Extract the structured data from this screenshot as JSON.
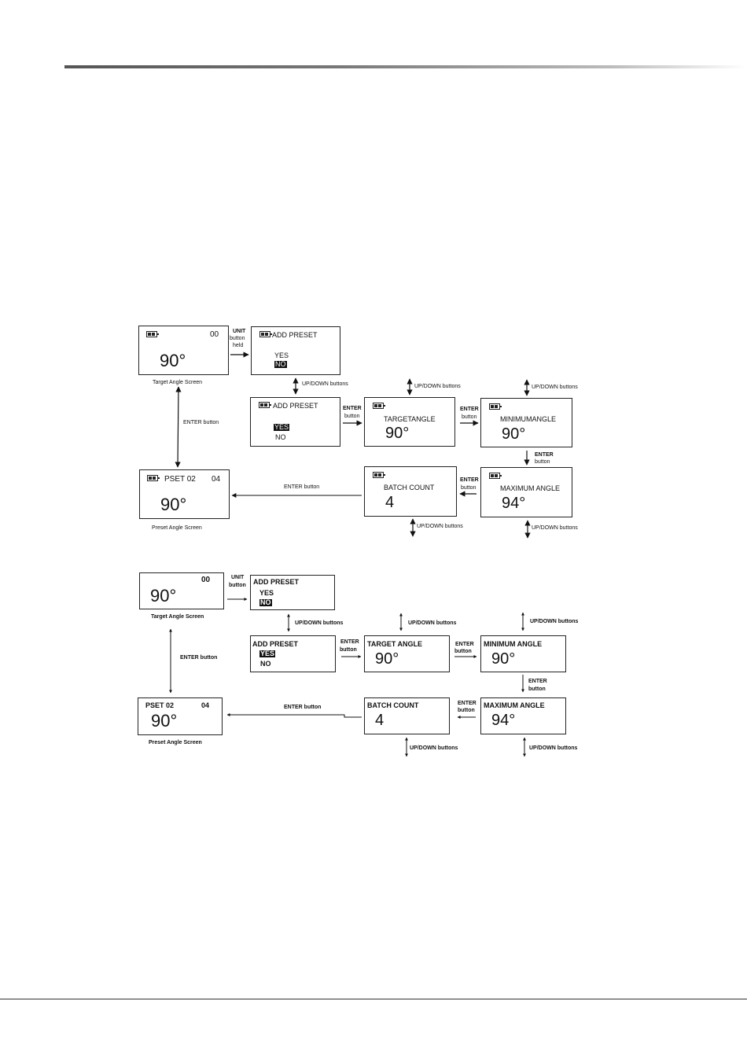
{
  "diagram1": {
    "target": {
      "count": "00",
      "angle": "90°",
      "caption": "Target Angle Screen"
    },
    "add_preset_1": {
      "title": "ADD PRESET",
      "yes": "YES",
      "no": "NO"
    },
    "add_preset_2": {
      "title": "ADD PRESET",
      "yes": "YES",
      "no": "NO"
    },
    "target_angle": {
      "title": "TARGETANGLE",
      "value": "90°"
    },
    "minimum_angle": {
      "title": "MINIMUMANGLE",
      "value": "90°"
    },
    "maximum_angle": {
      "title": "MAXIMUM ANGLE",
      "value": "94°"
    },
    "batch_count": {
      "title": "BATCH COUNT",
      "value": "4"
    },
    "preset": {
      "name": "PSET 02",
      "count": "04",
      "angle": "90°",
      "caption": "Preset Angle Screen"
    },
    "labels": {
      "unit_l1": "UNIT",
      "unit_l2": "button",
      "unit_l3": "held",
      "updown": "UP/DOWN buttons",
      "enter": "ENTER button",
      "enter_l1": "ENTER",
      "enter_l2": "button"
    }
  },
  "diagram2": {
    "target": {
      "count": "00",
      "angle": "90°",
      "caption": "Target Angle Screen"
    },
    "add_preset_1": {
      "title": "ADD PRESET",
      "yes": "YES",
      "no": "NO"
    },
    "add_preset_2": {
      "title": "ADD PRESET",
      "yes": "YES",
      "no": "NO"
    },
    "target_angle": {
      "title": "TARGET ANGLE",
      "value": "90°"
    },
    "minimum_angle": {
      "title": "MINIMUM ANGLE",
      "value": "90°"
    },
    "maximum_angle": {
      "title": "MAXIMUM ANGLE",
      "value": "94°"
    },
    "batch_count": {
      "title": "BATCH COUNT",
      "value": "4"
    },
    "preset": {
      "name": "PSET 02",
      "count": "04",
      "angle": "90°",
      "caption": "Preset Angle Screen"
    },
    "labels": {
      "unit_l1": "UNIT",
      "unit_l2": "button",
      "updown": "UP/DOWN buttons",
      "enter": "ENTER button",
      "enter_l1": "ENTER",
      "enter_l2": "button"
    }
  },
  "icons": [
    "battery-icon",
    "arrow-right-icon",
    "arrow-left-icon",
    "arrow-updown-icon",
    "arrow-down-icon"
  ]
}
